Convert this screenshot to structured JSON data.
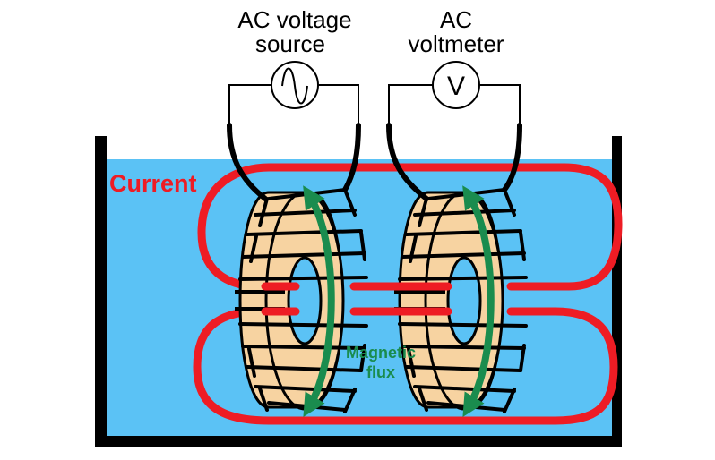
{
  "labels": {
    "source_line1": "AC voltage",
    "source_line2": "source",
    "voltmeter_line1": "AC",
    "voltmeter_line2": "voltmeter",
    "current": "Current",
    "flux_line1": "Magnetic",
    "flux_line2": "flux",
    "voltmeter_symbol": "V"
  },
  "icons": {
    "source": "ac-sine-source-icon",
    "meter": "voltmeter-icon"
  },
  "colors": {
    "liquid": "#5bc2f5",
    "current": "#ee1c24",
    "flux": "#1a8c4e",
    "core": "#f7d3a1",
    "wire": "#000000",
    "container": "#000000"
  }
}
